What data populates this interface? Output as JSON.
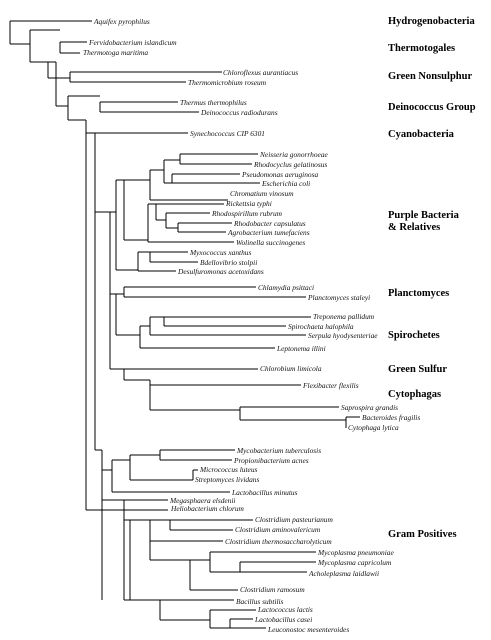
{
  "groups": {
    "hydrogenobacteria": "Hydrogenobacteria",
    "thermotogales": "Thermotogales",
    "green_nonsulphur": "Green Nonsulphur",
    "deinococcus": "Deinococcus Group",
    "cyanobacteria": "Cyanobacteria",
    "purple_line1": "Purple Bacteria",
    "purple_line2": "& Relatives",
    "planctomyces": "Planctomyces",
    "spirochetes": "Spirochetes",
    "green_sulfur": "Green Sulfur",
    "cytophagas": "Cytophagas",
    "gram_positives": "Gram Positives"
  },
  "taxa": {
    "aquifex": "Aquifex pyrophilus",
    "fervidobacterium": "Fervidobacterium islandicum",
    "thermotoga": "Thermotoga maritima",
    "chloroflexus": "Chloroflexus aurantiacus",
    "thermomicrobium": "Thermomicrobium roseum",
    "thermus": "Thermus thermophilus",
    "deinococcus": "Deinococcus radiodurans",
    "synechococcus": "Synechococcus CIP 6301",
    "neisseria": "Neisseria gonorrhoeae",
    "rhodocyclus": "Rhodocyclus gelatinosus",
    "pseudomonas": "Pseudomonas aeruginosa",
    "ecoli": "Escherichia coli",
    "chromatium": "Chromatium vinosum",
    "rickettsia": "Rickettsia typhi",
    "rhodospirillum": "Rhodospirillum rubrum",
    "rhodobacter": "Rhodobacter capsulatus",
    "agrobacterium": "Agrobacterium tumefaciens",
    "wolinella": "Wolinella succinogenes",
    "myxococcus": "Myxococcus xanthus",
    "bdellovibrio": "Bdellovibrio stolpii",
    "desulfuromonas": "Desulfuromonas acetoxidans",
    "chlamydia": "Chlamydia psittaci",
    "planctomyces": "Planctomyces staleyi",
    "treponema": "Treponema pallidum",
    "spirochaeta": "Spirochaeta halophila",
    "serpula": "Serpula hyodysenteriae",
    "leptonema": "Leptonema illini",
    "chlorobium": "Chlorobium limicola",
    "flexibacter": "Flexibacter flexilis",
    "saprospira": "Saprospira grandis",
    "bacteroides": "Bacteroides fragilis",
    "cytophaga": "Cytophaga lytica",
    "mycobacterium": "Mycobacterium tuberculosis",
    "propionibacterium": "Propionibacterium acnes",
    "micrococcus": "Micrococcus luteus",
    "streptomyces": "Streptomyces lividans",
    "lactobacillus_minutus": "Lactobacillus minutus",
    "megasphaera": "Megasphaera elsdenii",
    "heliobacterium": "Heliobacterium chlorum",
    "clostridium_pasteurianum": "Clostridium pasteurianum",
    "clostridium_aminovalericum": "Clostridium aminovalericum",
    "clostridium_thermo": "Clostridium thermosaccharolyticum",
    "mycoplasma_pneumoniae": "Mycoplasma pneumoniae",
    "mycoplasma_capricolum": "Mycoplasma capricolum",
    "acholeplasma": "Acholeplasma laidlawii",
    "clostridium_ramosum": "Clostridium ramosum",
    "bacillus": "Bacillus subtilis",
    "lactococcus": "Lactococcus lactis",
    "lactobacillus_casei": "Lactobacillus casei",
    "leuconostoc": "Leuconostoc mesenteroides"
  }
}
